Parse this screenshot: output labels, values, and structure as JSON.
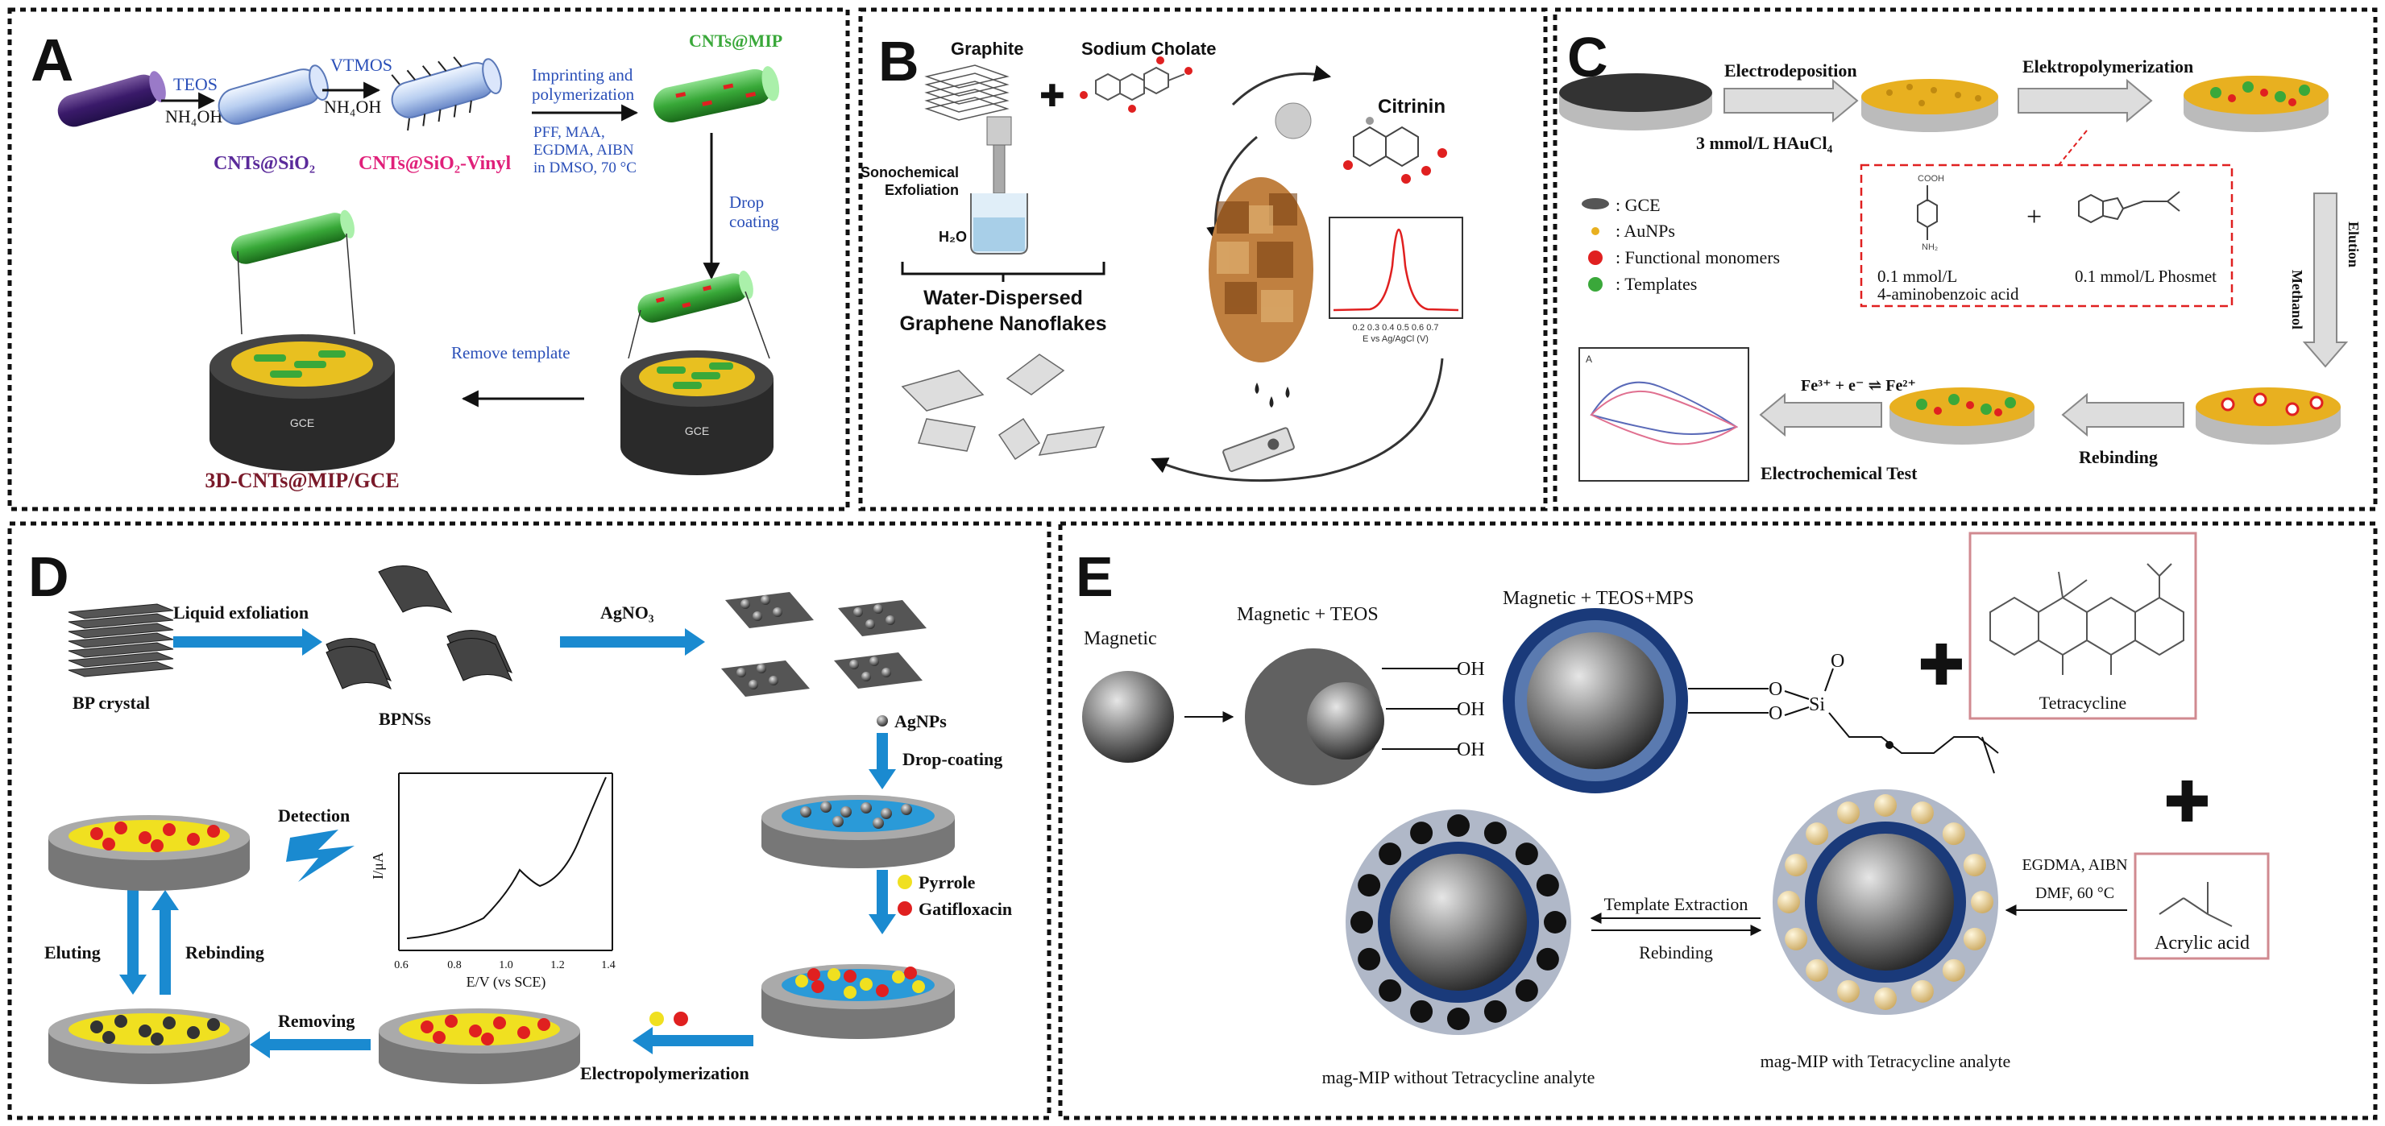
{
  "panels": {
    "A": {
      "letter": "A",
      "teos": "TEOS",
      "nh4oh_1": "NH₄OH",
      "vtmos": "VTMOS",
      "nh4oh_2": "NH₄OH",
      "imprint_1": "Imprinting and",
      "imprint_2": "polymerization",
      "cnts_sio2": "CNTs@SiO₂",
      "cnts_vinyl": "CNTs@SiO₂-Vinyl",
      "reagents_1": "PFF, MAA,",
      "reagents_2": "EGDMA, AIBN",
      "reagents_3": "in DMSO, 70 °C",
      "cnts_mip": "CNTs@MIP",
      "drop_1": "Drop",
      "drop_2": "coating",
      "remove": "Remove template",
      "gce_1": "GCE",
      "gce_2": "GCE",
      "final": "3D-CNTs@MIP/GCE"
    },
    "B": {
      "letter": "B",
      "graphite": "Graphite",
      "cholate": "Sodium Cholate",
      "plus": "✚",
      "sono_1": "Sonochemical",
      "sono_2": "Exfoliation",
      "h2o": "H₂O",
      "citrinin": "Citrinin",
      "water_1": "Water-Dispersed",
      "water_2": "Graphene Nanoflakes",
      "plot_ticks": "0.2 0.3 0.4 0.5 0.6 0.7",
      "plot_xlabel": "E vs Ag/AgCl (V)"
    },
    "C": {
      "letter": "C",
      "electrodep": "Electrodeposition",
      "haucl": "3 mmol/L HAuCl₄",
      "electropoly": "Elektropolymerization",
      "legend_gce": ": GCE",
      "legend_aunps": ": AuNPs",
      "legend_func": ": Functional monomers",
      "legend_templ": ": Templates",
      "cooh": "COOH",
      "nh2": "NH₂",
      "plus": "+",
      "mono_1a": "0.1 mmol/L",
      "mono_1b": "4-aminobenzoic acid",
      "mono_2": "0.1 mmol/L Phosmet",
      "methanol": "Methanol",
      "elution": "Elution",
      "fe_eq": "Fe³⁺ + e⁻ ⇌ Fe²⁺",
      "rebinding": "Rebinding",
      "echem": "Electrochemical Test",
      "cv_label": "A"
    },
    "D": {
      "letter": "D",
      "liquid": "Liquid exfoliation",
      "agno3": "AgNO₃",
      "bp": "BP crystal",
      "bpns": "BPNSs",
      "agnps": "AgNPs",
      "drop": "Drop-coating",
      "detection": "Detection",
      "eluting": "Eluting",
      "rebinding": "Rebinding",
      "pyrrole": "Pyrrole",
      "gati": "Gatifloxacin",
      "removing": "Removing",
      "electropoly": "Electropolymerization",
      "ylabel": "I/μA",
      "xlabel": "E/V (vs SCE)",
      "ticks": [
        "0.6",
        "0.8",
        "1.0",
        "1.2",
        "1.4"
      ]
    },
    "E": {
      "letter": "E",
      "magnetic": "Magnetic",
      "mag_teos": "Magnetic + TEOS",
      "mag_teos_mps": "Magnetic + TEOS+MPS",
      "oh_1": "OH",
      "oh_2": "OH",
      "oh_3": "OH",
      "o_1": "O",
      "o_2": "O",
      "si": "Si",
      "o_3": "O",
      "tetracycline": "Tetracycline",
      "acrylic": "Acrylic acid",
      "egdma": "EGDMA, AIBN",
      "dmf": "DMF,  60 °C",
      "template_ext": "Template Extraction",
      "rebinding": "Rebinding",
      "mip_without": "mag-MIP without Tetracycline analyte",
      "mip_with": "mag-MIP with Tetracycline analyte",
      "plus": "✚"
    }
  },
  "colors": {
    "blue_label": "#2a4fb8",
    "purple": "#5a2a9a",
    "pink": "#e0207a",
    "green_tube": "#3aa83a",
    "dark_red": "#7a1a2a",
    "arrow_blue": "#1a8ad0",
    "navy": "#1a3a7a",
    "gold": "#e8b020"
  }
}
